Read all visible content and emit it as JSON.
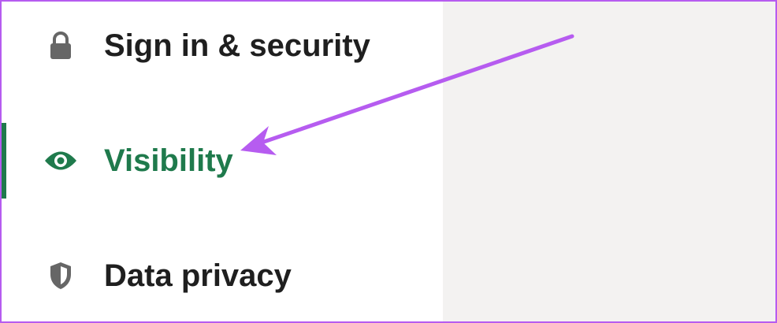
{
  "sidebar": {
    "items": [
      {
        "label": "Sign in & security",
        "icon": "lock-icon",
        "active": false
      },
      {
        "label": "Visibility",
        "icon": "eye-icon",
        "active": true
      },
      {
        "label": "Data privacy",
        "icon": "shield-icon",
        "active": false
      }
    ]
  },
  "colors": {
    "active": "#1f7a4c",
    "text": "#1f1f1f",
    "icon": "#666666",
    "annotation": "#b65cf0",
    "pane_background": "#f3f2f1"
  }
}
